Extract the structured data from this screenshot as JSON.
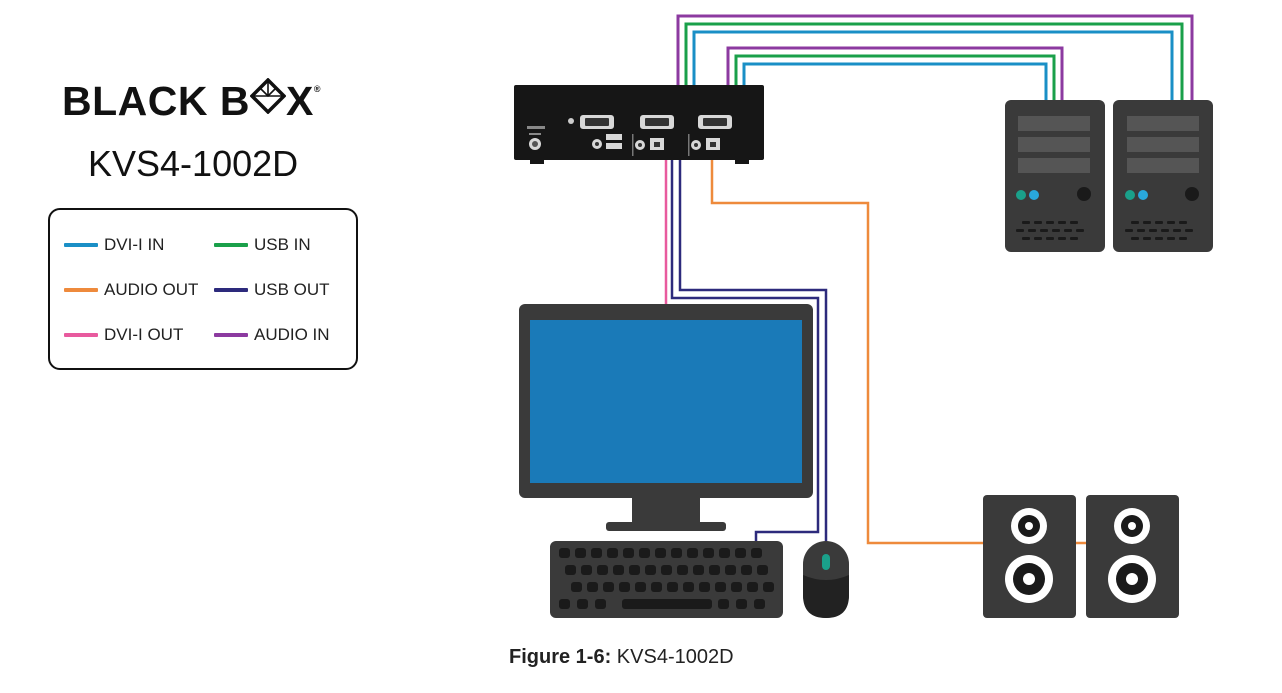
{
  "brand": {
    "word1": "BLACK B",
    "word2": "X",
    "reg": "®"
  },
  "model": "KVS4-1002D",
  "legend": [
    {
      "label": "DVI-I IN",
      "color": "#1a8fc6"
    },
    {
      "label": "USB IN",
      "color": "#1aa04a"
    },
    {
      "label": "AUDIO OUT",
      "color": "#ee8a3c"
    },
    {
      "label": "USB OUT",
      "color": "#2d2a7c"
    },
    {
      "label": "DVI-I OUT",
      "color": "#e85a9e"
    },
    {
      "label": "AUDIO IN",
      "color": "#8c3aa0"
    }
  ],
  "colors": {
    "device": "#3a3a3a",
    "device_dark": "#1a1a1a",
    "screen": "#1a7ab8",
    "accent_teal": "#1aa08a",
    "accent_blue": "#29a8dc"
  },
  "caption": {
    "bold": "Figure 1-6:",
    "text": " KVS4-1002D"
  },
  "icons": [
    "black-box-logo",
    "kvm-switch",
    "computer-tower",
    "monitor",
    "keyboard",
    "mouse",
    "speaker"
  ]
}
